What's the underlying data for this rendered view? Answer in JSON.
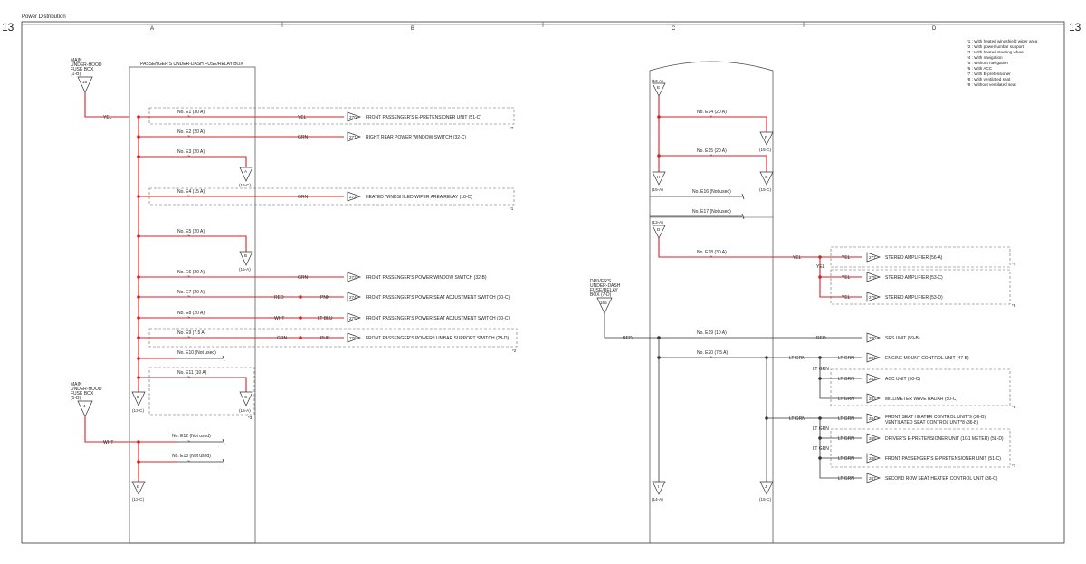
{
  "page": {
    "title": "Power Distribution",
    "number_left": "13",
    "number_right": "13",
    "columns": [
      "A",
      "B",
      "C",
      "D"
    ]
  },
  "notes": [
    "*1 : With heated windshield wiper area",
    "*2 : With power lumbar support",
    "*3 : With heated steering wheel",
    "*4 : With navigation",
    "*5 : Without navigation",
    "*6 : With ACC",
    "*7 : With E-pretensioner",
    "*8 : With ventilated seat",
    "*9 : Without ventilated seat"
  ],
  "left": {
    "src1": {
      "lines": [
        "MAIN",
        "UNDER-HOOD",
        "FUSE BOX",
        "(1-B)"
      ],
      "pin": "15",
      "wire": "YEL"
    },
    "src2": {
      "lines": [
        "MAIN",
        "UNDER-HOOD",
        "FUSE BOX",
        "(1-B)"
      ],
      "pin": "4",
      "wire": "WHT"
    },
    "box_title": "PASSENGER'S UNDER-DASH FUSE/RELAY BOX",
    "fuses": [
      {
        "fuse": "No. E1 (30 A)",
        "w1": "YEL",
        "w2": "",
        "conn": "270",
        "dest": "FRONT PASSENGER'S E-PRETENSIONER UNIT (51-C)",
        "note": "*7"
      },
      {
        "fuse": "No. E2 (20 A)",
        "w1": "GRN",
        "w2": "",
        "conn": "271",
        "dest": "RIGHT REAR POWER WINDOW SWITCH (32-C)",
        "note": ""
      },
      {
        "fuse": "No. E3 (20 A)",
        "w1": "",
        "w2": "",
        "conn": "",
        "dest": "",
        "note": "",
        "term": "A",
        "ref": "(15-C)"
      },
      {
        "fuse": "No. E4 (15 A)",
        "w1": "GRN",
        "w2": "",
        "conn": "272",
        "dest": "HEATED WINDSHILED WIPER AREA RELAY (18-C)",
        "note": "*1"
      },
      {
        "fuse": "No. E5 (20 A)",
        "w1": "",
        "w2": "",
        "conn": "",
        "dest": "",
        "note": "",
        "term": "B",
        "ref": "(15-A)"
      },
      {
        "fuse": "No. E6 (20 A)",
        "w1": "GRN",
        "w2": "",
        "conn": "273",
        "dest": "FRONT PASSENGER'S POWER WINDOW SWITCH (32-B)",
        "note": ""
      },
      {
        "fuse": "No. E7 (20 A)",
        "w1": "RED",
        "w2": "PNK",
        "conn": "274",
        "dest": "FRONT PASSENGER'S POWER SEAT ADJUSTMENT SWITCH (30-C)",
        "note": ""
      },
      {
        "fuse": "No. E8 (20 A)",
        "w1": "WHT",
        "w2": "LT BLU",
        "conn": "275",
        "dest": "FRONT PASSENGER'S POWER SEAT ADJUSTMENT SWITCH (30-C)",
        "note": ""
      },
      {
        "fuse": "No. E9 (7.5 A)",
        "w1": "GRN",
        "w2": "PUR",
        "conn": "276",
        "dest": "FRONT PASSENGER'S POWER LUMBAR SUPPORT SWITCH (28-D)",
        "note": "*2"
      },
      {
        "fuse": "No. E10 (Not used)",
        "w1": "",
        "w2": "",
        "conn": "",
        "dest": "",
        "note": ""
      },
      {
        "fuse": "No. E11 (10 A)",
        "w1": "",
        "w2": "",
        "conn": "",
        "dest": "",
        "note": "*3",
        "term": "C",
        "ref": "(15-A)"
      },
      {
        "fuse": "No. E12 (Not used)",
        "w1": "",
        "w2": "",
        "conn": "",
        "dest": "",
        "note": ""
      },
      {
        "fuse": "No. E13 (Not used)",
        "w1": "",
        "w2": "",
        "conn": "",
        "dest": "",
        "note": ""
      }
    ],
    "term_d": {
      "label": "D",
      "ref": "(13-C)"
    },
    "term_e": {
      "label": "E",
      "ref": "(13-C)"
    }
  },
  "right": {
    "term_e_in": {
      "label": "E",
      "ref": "(13-A)"
    },
    "term_h": {
      "label": "H",
      "ref": "(15-A)"
    },
    "term_d_in": {
      "label": "D",
      "ref": "(13-A)"
    },
    "term_f": {
      "label": "F",
      "ref": "(15-C)"
    },
    "term_g": {
      "label": "G",
      "ref": "(15-C)"
    },
    "term_i": {
      "label": "I",
      "ref": "(14-A)"
    },
    "term_j": {
      "label": "J",
      "ref": "(15-C)"
    },
    "src3": {
      "lines": [
        "DRIVER'S",
        "UNDER-DASH",
        "FUSE/RELAY",
        "BOX (7-D)"
      ],
      "pin": "165",
      "wire": "RED"
    },
    "fuse_e14": "No. E14 (20 A)",
    "fuse_e15": "No. E15 (20 A)",
    "fuse_e16": "No. E16 (Not used)",
    "fuse_e17": "No. E17 (Not used)",
    "fuse_e18": "No. E18 (30 A)",
    "fuse_e19": "No. E19 (10 A)",
    "fuse_e20": "No. E20 (7.5 A)",
    "e18_wire": "YEL",
    "e18_split": "YEL",
    "e19_wire": "RED",
    "e20_wire": "LT GRN",
    "loads": [
      {
        "wire": "YEL",
        "conn": "277",
        "dest": "STEREO AMPLIFIER (56-A)",
        "note": "*4"
      },
      {
        "wire": "YEL",
        "conn": "278",
        "dest": "STEREO AMPLIFIER (53-C)",
        "note": ""
      },
      {
        "wire": "YEL",
        "conn": "279",
        "dest": "STEREO AMPLIFIER (53-D)",
        "note": "*5"
      },
      {
        "wire": "RED",
        "conn": "280",
        "dest": "SRS UNIT (59-B)",
        "note": ""
      },
      {
        "wire": "LT GRN",
        "conn": "281",
        "dest": "ENGINE MOUNT CONTROL UNIT (47-B)",
        "note": ""
      },
      {
        "wire": "LT GRN",
        "conn": "282",
        "dest": "ACC UNIT (50-C)",
        "note": ""
      },
      {
        "wire": "LT GRN",
        "conn": "283",
        "dest": "MILLIMETER WAVE RADAR (50-C)",
        "note": "*6"
      },
      {
        "wire": "LT GRN",
        "conn": "284",
        "dest": "FRONT SEAT HEATER CONTROL UNIT*9 (36-B)",
        "dest2": "VENTILATED SEAT CONTROL UNIT*8 (36-B)",
        "note": ""
      },
      {
        "wire": "LT GRN",
        "conn": "285",
        "dest": "DRIVER'S E-PRETENSIONER UNIT (1G1 METER) (51-D)",
        "note": ""
      },
      {
        "wire": "LT GRN",
        "conn": "286",
        "dest": "FRONT PASSENGER'S E-PRETENSIONER UNIT (51-C)",
        "note": "*7"
      },
      {
        "wire": "LT GRN",
        "conn": "287",
        "dest": "SECOND ROW SEAT HEATER CONTROL UNIT (36-C)",
        "note": ""
      }
    ],
    "branch_labels": [
      "LT GRN",
      "LT GRN",
      "LT GRN",
      "LT GRN",
      "LT GRN"
    ]
  }
}
